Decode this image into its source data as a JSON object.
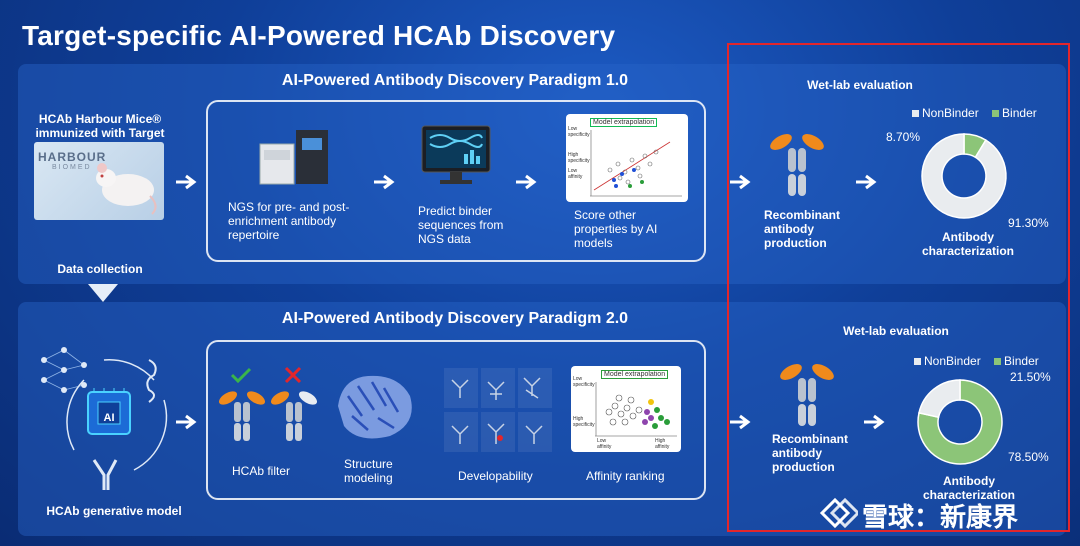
{
  "title": "Target-specific AI-Powered HCAb Discovery",
  "paradigm1": {
    "title": "AI-Powered Antibody Discovery Paradigm 1.0",
    "mice_label": "HCAb Harbour Mice® immunized with Target",
    "mice_logo": "HARBOUR",
    "mice_logo_sub": "BIOMED",
    "data_collection": "Data collection",
    "steps": [
      {
        "label": "NGS for pre- and post-enrichment antibody repertoire"
      },
      {
        "label": "Predict binder sequences from NGS data"
      },
      {
        "label": "Score other properties by AI models",
        "plot_tag": "Model extrapolation",
        "y_high": "High specificity",
        "y_low": "Low affinity",
        "y_top": "Low specificity"
      }
    ],
    "wetlab_title": "Wet-lab evaluation",
    "production_label": "Recombinant antibody production",
    "characterization_label": "Antibody characterization",
    "chart_data": {
      "type": "pie",
      "categories": [
        "NonBinder",
        "Binder"
      ],
      "values": [
        91.3,
        8.7
      ],
      "labels": [
        "91.30%",
        "8.70%"
      ],
      "colors": [
        "#e9ecef",
        "#8cc578"
      ]
    }
  },
  "paradigm2": {
    "title": "AI-Powered Antibody Discovery Paradigm 2.0",
    "generative_label": "HCAb generative model",
    "ai_chip": "AI",
    "steps": [
      {
        "label": "HCAb filter"
      },
      {
        "label": "Structure modeling"
      },
      {
        "label": "Developability"
      },
      {
        "label": "Affinity ranking",
        "plot_tag": "Model extrapolation",
        "y_top": "Low specificity",
        "y_bottom": "High specificity",
        "x_left": "Low affinity",
        "x_right": "High affinity"
      }
    ],
    "wetlab_title": "Wet-lab evaluation",
    "production_label": "Recombinant antibody production",
    "characterization_label": "Antibody characterization",
    "chart_data": {
      "type": "pie",
      "categories": [
        "NonBinder",
        "Binder"
      ],
      "values": [
        21.5,
        78.5
      ],
      "labels": [
        "21.50%",
        "78.50%"
      ],
      "colors": [
        "#e9ecef",
        "#8cc578"
      ]
    }
  },
  "watermark": "雪球：新康界",
  "colors": {
    "accent_red": "#e3262b",
    "orange": "#f08a1c",
    "binder_green": "#8cc578"
  }
}
